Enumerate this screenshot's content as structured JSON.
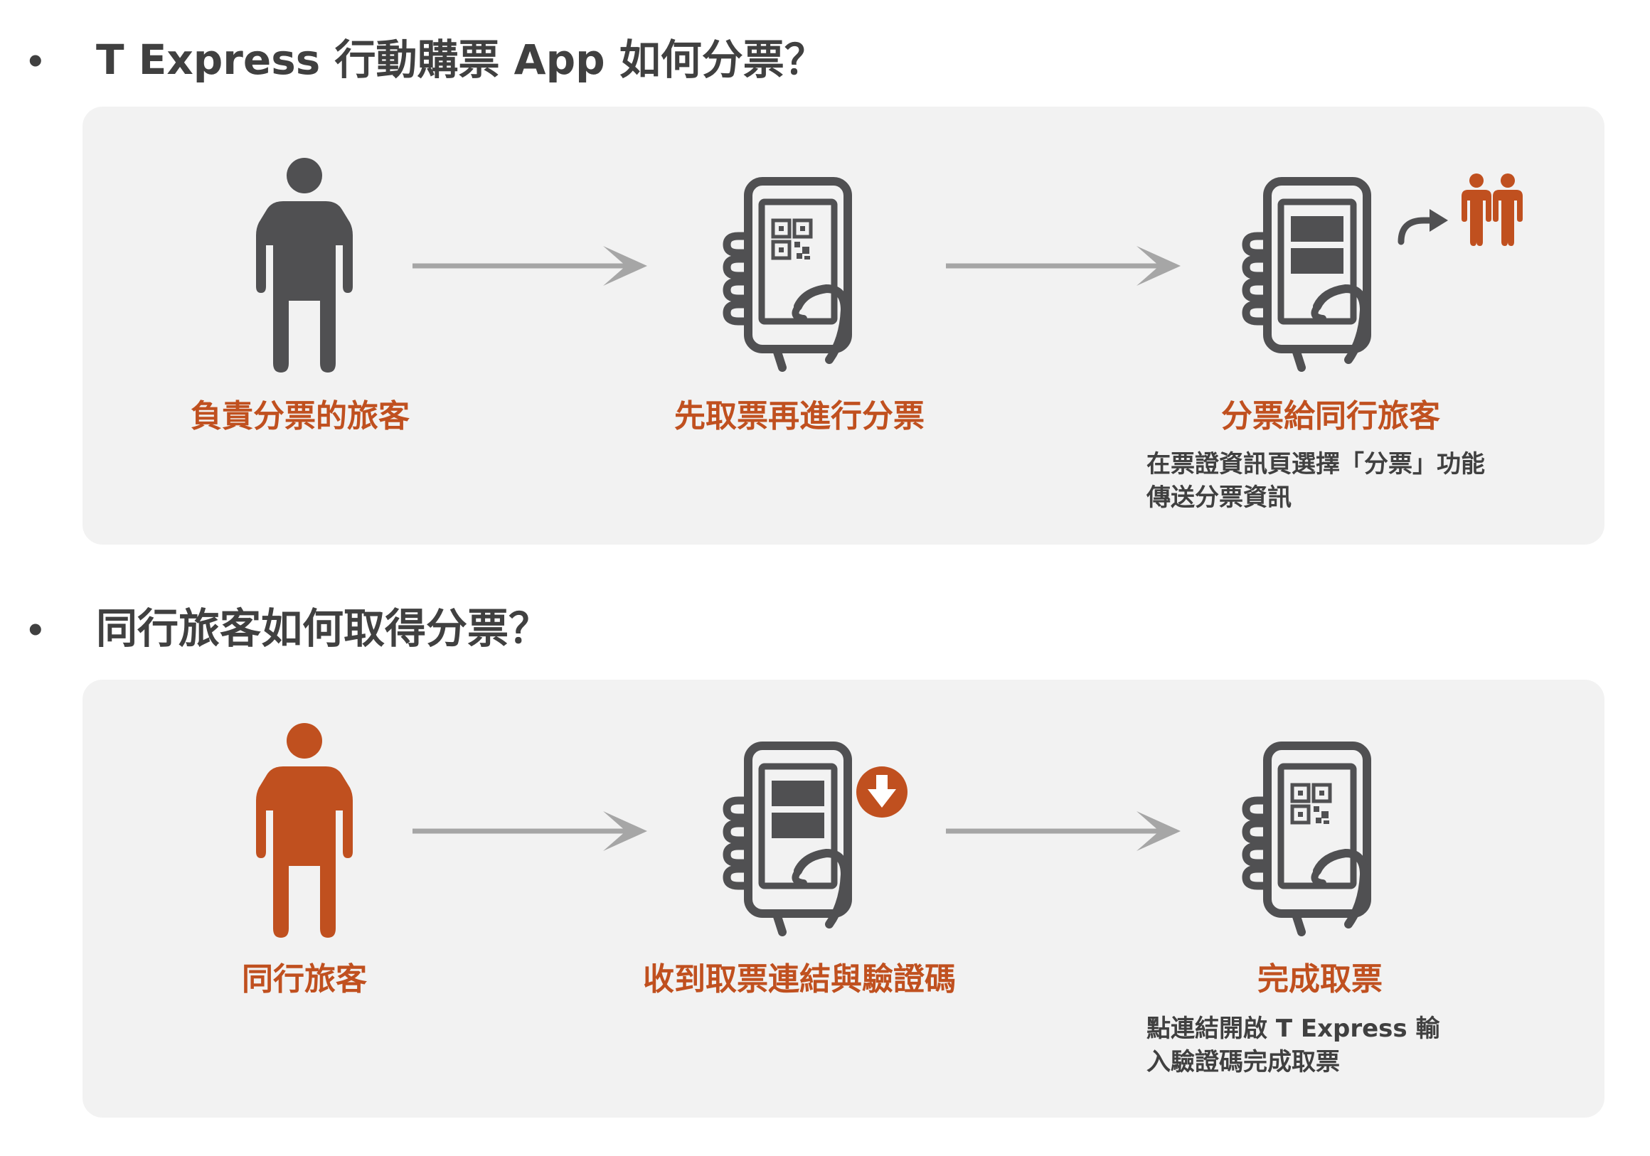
{
  "sections": [
    {
      "bullet": "•",
      "heading": "T Express 行動購票 App 如何分票？",
      "steps": [
        {
          "label": "負責分票的旅客"
        },
        {
          "label": "先取票再進行分票"
        },
        {
          "label": "分票給同行旅客",
          "desc": [
            "在票證資訊頁選擇「分票」功能",
            "傳送分票資訊"
          ]
        }
      ]
    },
    {
      "bullet": "•",
      "heading": "同行旅客如何取得分票？",
      "steps": [
        {
          "label": "同行旅客"
        },
        {
          "label": "收到取票連結與驗證碼"
        },
        {
          "label": "完成取票",
          "desc": [
            "點連結開啟 T Express 輸",
            "入驗證碼完成取票"
          ]
        }
      ]
    }
  ],
  "colors": {
    "accent": "#c0501f",
    "icon_gray": "#505052",
    "arrow_gray": "#a6a6a6",
    "panel_bg": "#f2f2f2",
    "text_dark": "#404040"
  },
  "icons": [
    "person-icon",
    "arrow-right-icon",
    "phone-qr-icon",
    "phone-ticket-icon",
    "share-arrow-icon",
    "two-people-icon",
    "download-icon"
  ]
}
